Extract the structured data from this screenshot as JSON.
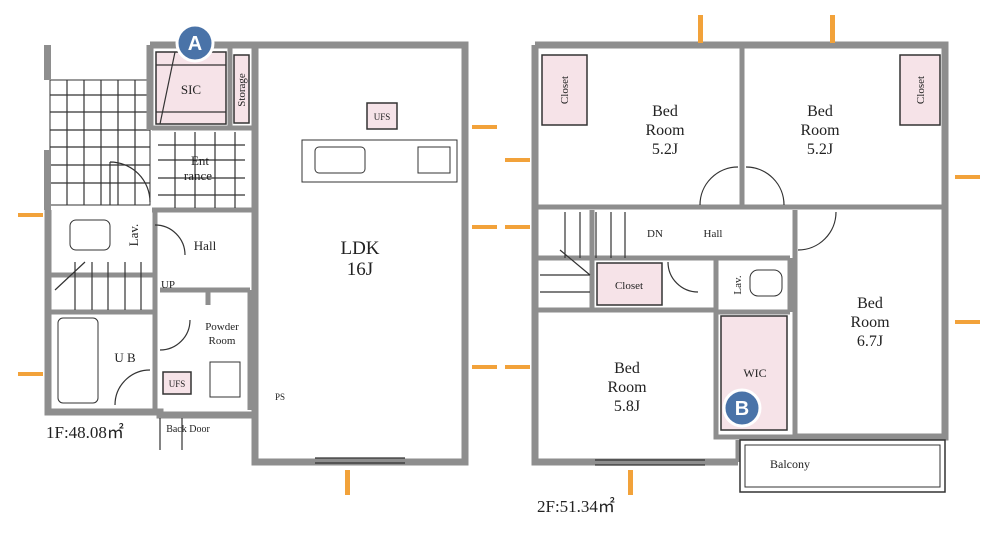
{
  "floor1": {
    "area_label": "1F:48.08㎡",
    "rooms": {
      "sic": "SIC",
      "storage": "Storage",
      "entrance_1": "Ent",
      "entrance_2": "rance",
      "lav": "Lav.",
      "hall": "Hall",
      "up": "UP",
      "ub": "U B",
      "powder_1": "Powder",
      "powder_2": "Room",
      "ufs": "UFS",
      "ps": "PS",
      "back_door": "Back Door",
      "ldk_1": "LDK",
      "ldk_2": "16J",
      "ldk_ufs": "UFS"
    },
    "badge": "A"
  },
  "floor2": {
    "area_label": "2F:51.34㎡",
    "rooms": {
      "closet_left": "Closet",
      "closet_right": "Closet",
      "closet_mid": "Closet",
      "bed1_1": "Bed",
      "bed1_2": "Room",
      "bed1_3": "5.2J",
      "bed2_1": "Bed",
      "bed2_2": "Room",
      "bed2_3": "5.2J",
      "bed3_1": "Bed",
      "bed3_2": "Room",
      "bed3_3": "5.8J",
      "bed4_1": "Bed",
      "bed4_2": "Room",
      "bed4_3": "6.7J",
      "dn": "DN",
      "hall": "Hall",
      "lav": "Lav.",
      "wic": "WIC",
      "balcony": "Balcony"
    },
    "badge": "B"
  },
  "colors": {
    "wall": "#8e8e8e",
    "pink": "#f6e3e8",
    "badge": "#4a73a8",
    "window_mark": "#f2a23a"
  }
}
